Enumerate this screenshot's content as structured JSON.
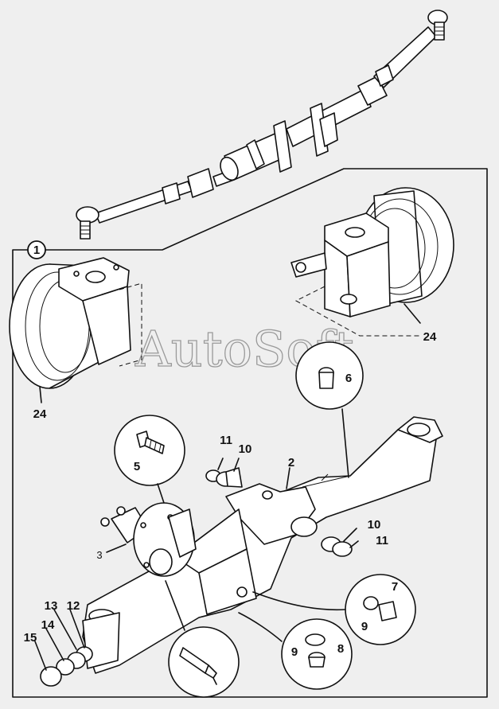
{
  "watermark": "AutoSoft",
  "group_marker": "1",
  "callouts": {
    "c24_left": "24",
    "c24_right": "24",
    "c6": "6",
    "c5": "5",
    "c11_top": "11",
    "c10_top": "10",
    "c2": "2",
    "c3": "3",
    "c10_right": "10",
    "c11_right": "11",
    "c7": "7",
    "c9_right": "9",
    "c13": "13",
    "c12": "12",
    "c14": "14",
    "c15": "15",
    "c9_bottom": "9",
    "c8": "8"
  },
  "colors": {
    "background": "#efefef",
    "line": "#111111",
    "watermark": "#9a9a9a"
  }
}
